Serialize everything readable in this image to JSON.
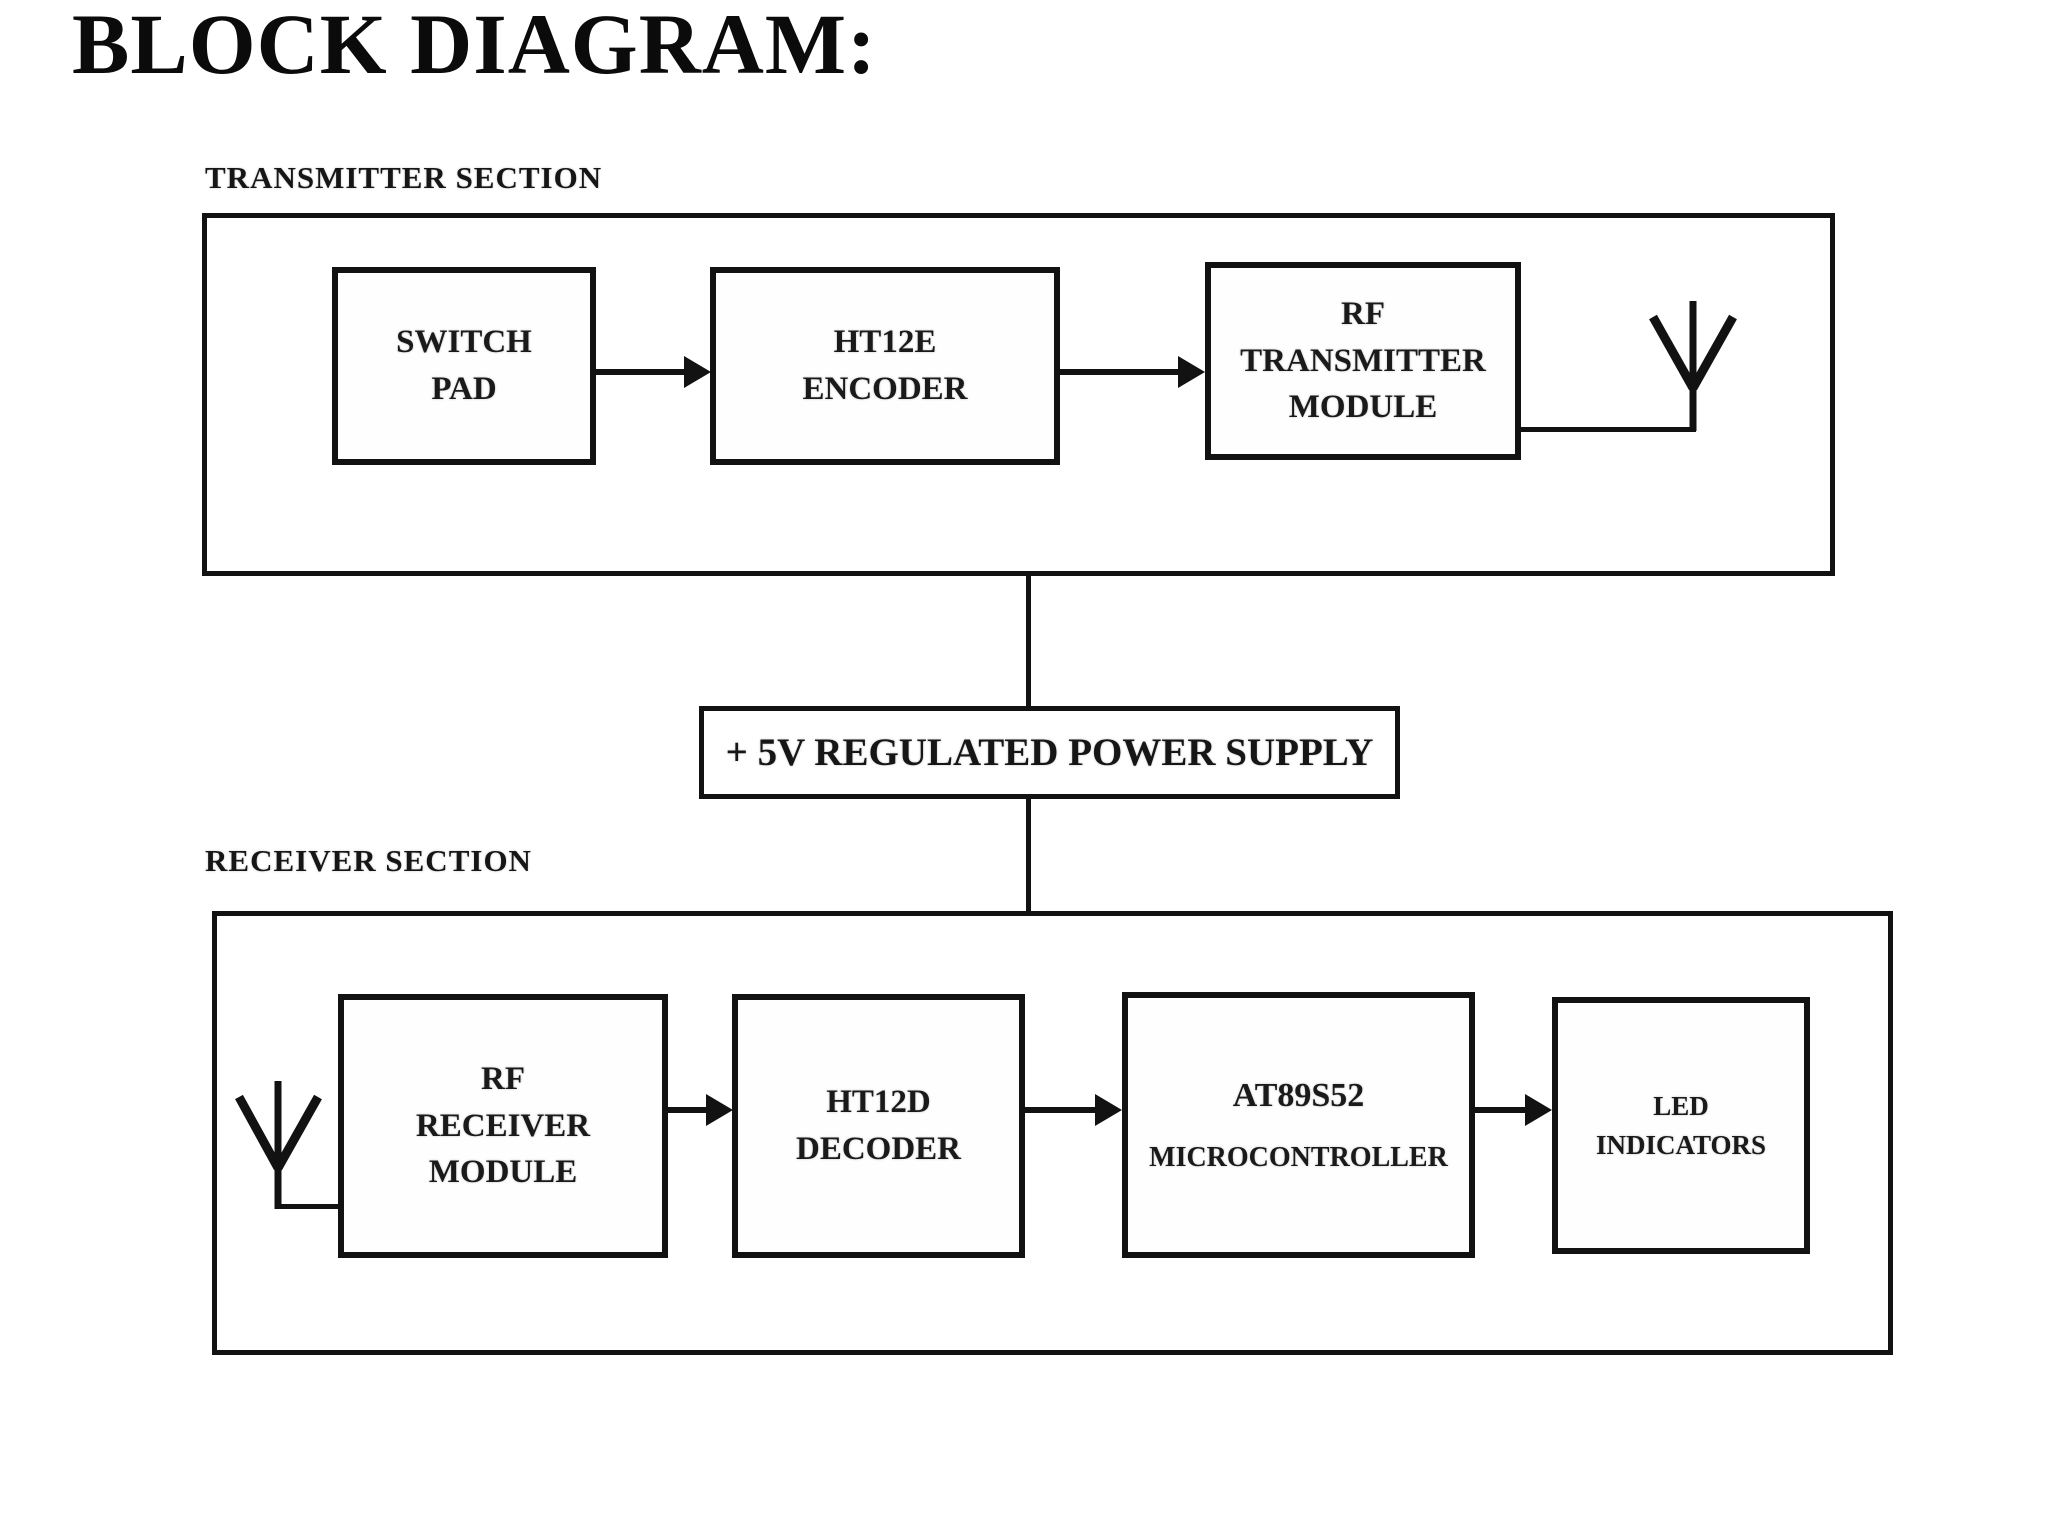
{
  "title": "BLOCK DIAGRAM:",
  "colors": {
    "line": "#121212",
    "text": "#1a1a1a",
    "background": "#ffffff"
  },
  "transmitter": {
    "section_label": "TRANSMITTER SECTION",
    "blocks": [
      {
        "id": "switch-pad",
        "lines": [
          "SWITCH",
          "PAD"
        ]
      },
      {
        "id": "ht12e-encoder",
        "lines": [
          "HT12E",
          "ENCODER"
        ]
      },
      {
        "id": "rf-transmitter-module",
        "lines": [
          "RF",
          "TRANSMITTER",
          "MODULE"
        ]
      }
    ],
    "antenna_icon": "antenna-icon"
  },
  "power_supply": {
    "label": "+ 5V REGULATED POWER SUPPLY"
  },
  "receiver": {
    "section_label": "RECEIVER SECTION",
    "blocks": [
      {
        "id": "rf-receiver-module",
        "lines": [
          "RF",
          "RECEIVER",
          "MODULE"
        ]
      },
      {
        "id": "ht12d-decoder",
        "lines": [
          "HT12D",
          "DECODER"
        ]
      },
      {
        "id": "at89s52-microcontroller",
        "lines": [
          "AT89S52",
          "MICROCONTROLLER"
        ]
      },
      {
        "id": "led-indicators",
        "lines": [
          "LED",
          "INDICATORS"
        ]
      }
    ],
    "antenna_icon": "antenna-icon"
  }
}
